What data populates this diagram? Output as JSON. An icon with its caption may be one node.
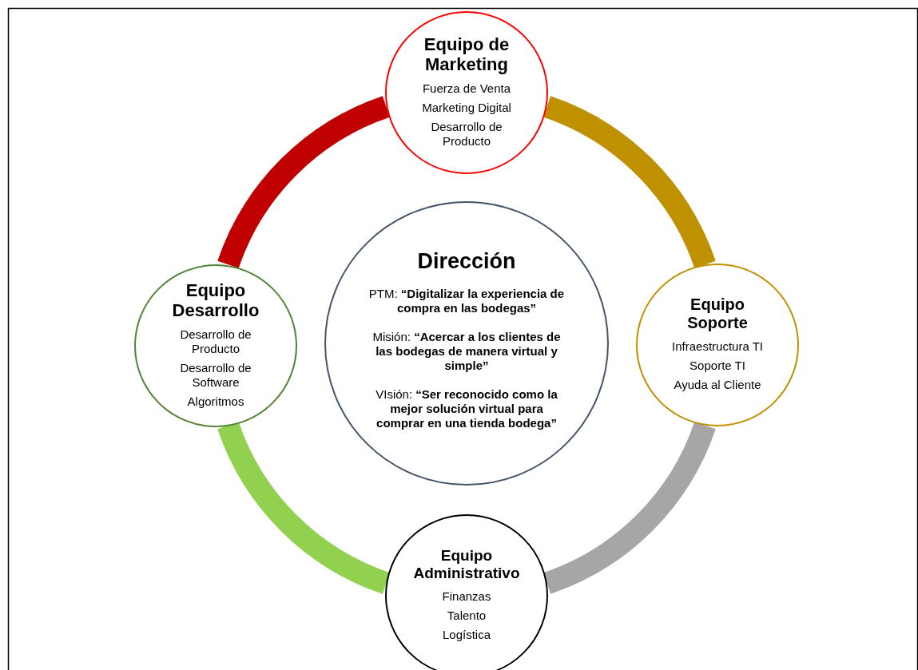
{
  "diagram": {
    "nodes": [
      {
        "text": [
          "Equipo de Marketing",
          "Fuerza de Venta",
          "Marketing Digital",
          "Desarrollo de Producto"
        ]
      },
      {
        "text": [
          "Equipo Desarrollo",
          "Desarrollo de Producto",
          "Desarrollo de Software",
          "Algoritmos"
        ]
      },
      {
        "text": [
          "Dirección",
          "PTM: **“Digitalizar la experiencia de compra en las bodegas”**",
          "Misión: **“Acercar a los clientes de las bodegas de manera virtual y simple”**",
          "VIsión: **“Ser reconocido como la mejor solución virtual para comprar en una tienda bodega”**"
        ]
      },
      {
        "text": [
          "Equipo Soporte",
          "Infraestructura TI",
          "Soporte TI",
          "Ayuda al Cliente"
        ]
      },
      {
        "text": [
          "Equipo Administrativo",
          "Finanzas",
          "Talento",
          "Logística"
        ]
      }
    ],
    "edges": [
      {
        "from": 0,
        "to": 3,
        "arrow": "none",
        "color": "#bf9000"
      },
      {
        "from": 3,
        "to": 4,
        "arrow": "none",
        "color": "#a6a6a6"
      },
      {
        "from": 4,
        "to": 1,
        "arrow": "none",
        "color": "#92d050"
      },
      {
        "from": 1,
        "to": 0,
        "arrow": "none",
        "color": "#c00000"
      }
    ]
  }
}
